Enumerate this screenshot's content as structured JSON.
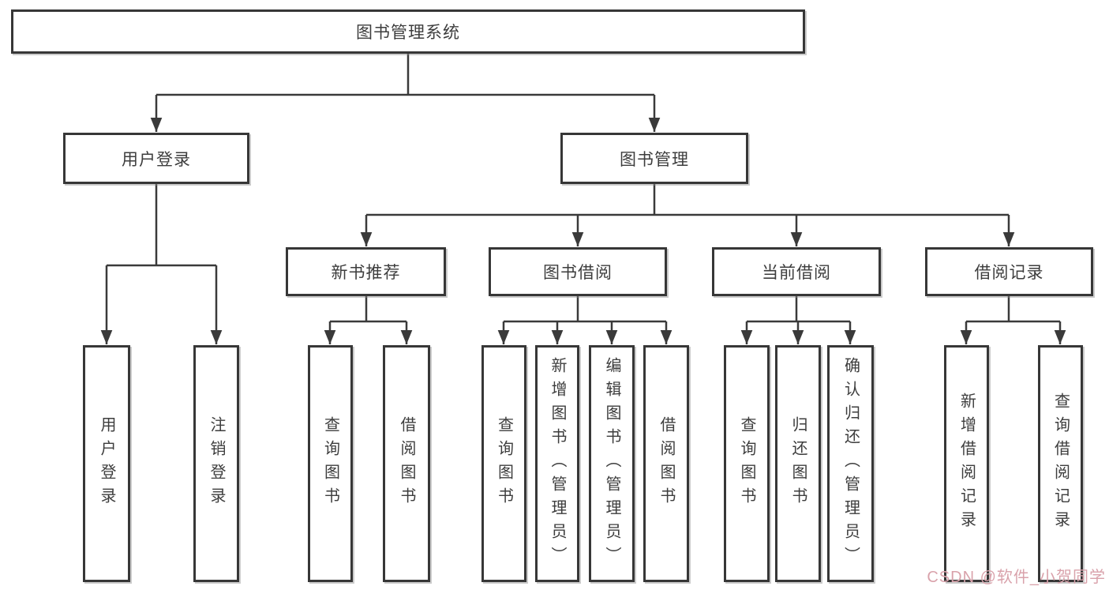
{
  "diagram_type": "function-structure-tree",
  "nodes": {
    "root": "图书管理系统",
    "user_login": "用户登录",
    "book_mgmt": "图书管理",
    "new_book_rec": "新书推荐",
    "book_borrow": "图书借阅",
    "current_borrow": "当前借阅",
    "borrow_record": "借阅记录",
    "leaf_user_login": "用户登录",
    "leaf_logout": "注销登录",
    "leaf_query_book_1": "查询图书",
    "leaf_borrow_book_1": "借阅图书",
    "leaf_query_book_2": "查询图书",
    "leaf_add_book": "新增图书（管理员）",
    "leaf_edit_book": "编辑图书（管理员）",
    "leaf_borrow_book_2": "借阅图书",
    "leaf_query_book_3": "查询图书",
    "leaf_return_book": "归还图书",
    "leaf_confirm_return": "确认归还（管理员）",
    "leaf_add_record": "新增借阅记录",
    "leaf_query_record": "查询借阅记录"
  },
  "hierarchy": {
    "图书管理系统": {
      "用户登录": [
        "用户登录",
        "注销登录"
      ],
      "图书管理": {
        "新书推荐": [
          "查询图书",
          "借阅图书"
        ],
        "图书借阅": [
          "查询图书",
          "新增图书（管理员）",
          "编辑图书（管理员）",
          "借阅图书"
        ],
        "当前借阅": [
          "查询图书",
          "归还图书",
          "确认归还（管理员）"
        ],
        "借阅记录": [
          "新增借阅记录",
          "查询借阅记录"
        ]
      }
    }
  },
  "watermark": "CSDN @软件_小贺同学",
  "colors": {
    "line": "#3a3a3a",
    "box_border": "#373737",
    "text": "#3d3d3d",
    "watermark": "#d9a2ab",
    "background": "#ffffff"
  }
}
